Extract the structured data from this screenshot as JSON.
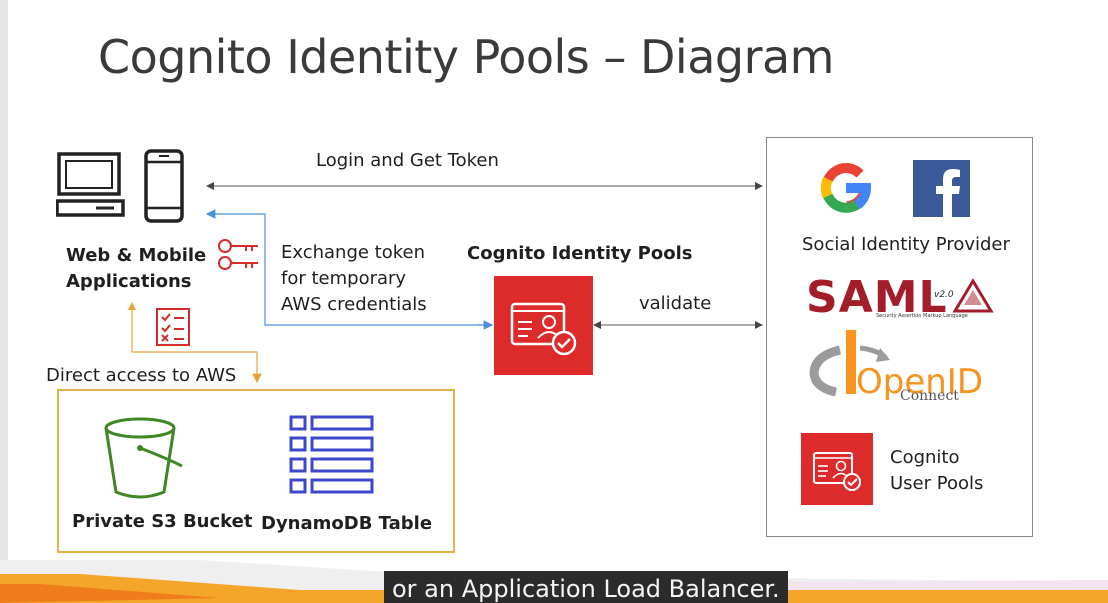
{
  "slide": {
    "title": "Cognito Identity Pools – Diagram"
  },
  "left": {
    "apps_label": "Web & Mobile\nApplications",
    "exchange_label": "Exchange token\nfor temporary\nAWS credentials",
    "direct_access_label": "Direct access to AWS"
  },
  "arrows": {
    "login_label": "Login and Get Token",
    "validate_label": "validate"
  },
  "center": {
    "identity_pools_label": "Cognito Identity Pools"
  },
  "aws": {
    "s3_label": "Private S3 Bucket",
    "dynamo_label": "DynamoDB Table"
  },
  "providers": {
    "social_label": "Social Identity Provider",
    "saml_text": "SAML",
    "saml_version": "v2.0",
    "saml_subtext": "Security Assertion Markup Language",
    "openid_text": "OpenID",
    "openid_connect": "Connect",
    "user_pools_label": "Cognito\nUser Pools"
  },
  "subtitle": {
    "caption": "or an Application Load Balancer."
  },
  "colors": {
    "cognito_red": "#dd2a2a",
    "s3_green": "#3f8624",
    "dynamo_blue": "#3b48cc",
    "orange_line": "#e8a33a",
    "blue_line": "#4a90d9",
    "saml_red": "#a41d2b",
    "openid_orange": "#f7931e",
    "facebook_blue": "#3b5998"
  }
}
